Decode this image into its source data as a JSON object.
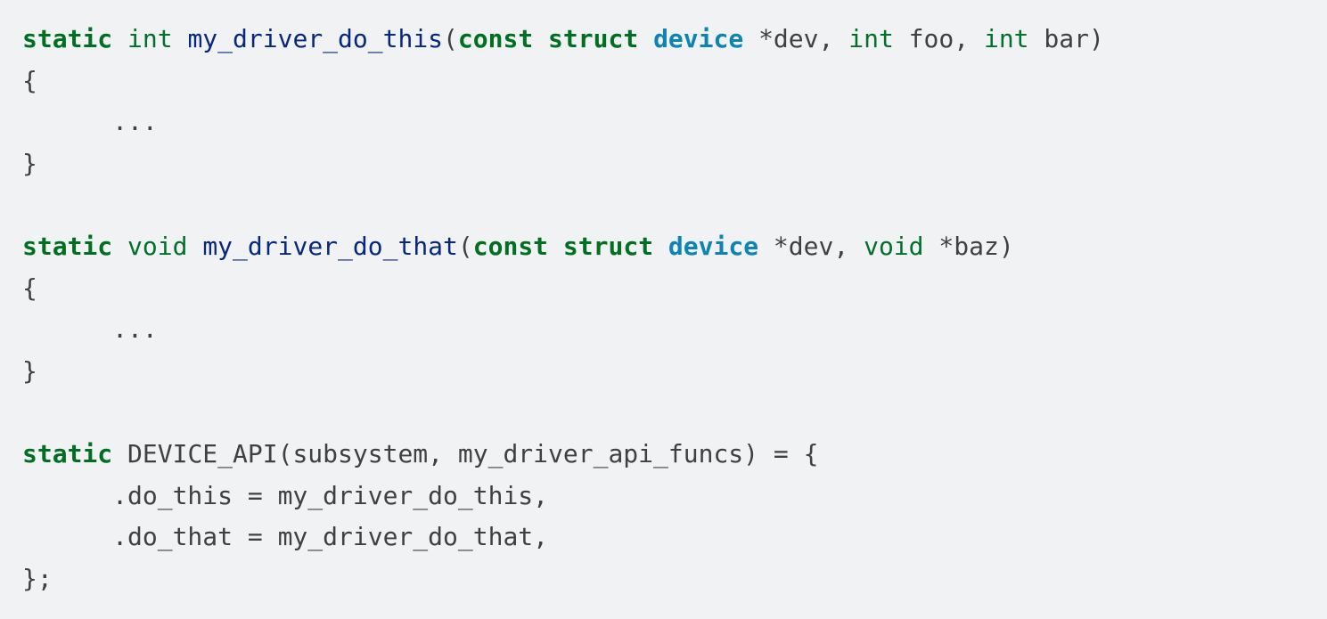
{
  "colors": {
    "keyword": "#007020",
    "type": "#00702a",
    "function": "#06287e",
    "class": "#0e84b5",
    "text": "#404040",
    "background": "#f1f2f4"
  },
  "code": {
    "lines": [
      [
        [
          "k",
          "static"
        ],
        [
          "p",
          " "
        ],
        [
          "kt",
          "int"
        ],
        [
          "p",
          " "
        ],
        [
          "nf",
          "my_driver_do_this"
        ],
        [
          "p",
          "("
        ],
        [
          "k",
          "const"
        ],
        [
          "p",
          " "
        ],
        [
          "k",
          "struct"
        ],
        [
          "p",
          " "
        ],
        [
          "nc",
          "device"
        ],
        [
          "p",
          " *dev, "
        ],
        [
          "kt",
          "int"
        ],
        [
          "p",
          " foo, "
        ],
        [
          "kt",
          "int"
        ],
        [
          "p",
          " bar)"
        ]
      ],
      [
        [
          "p",
          "{"
        ]
      ],
      [
        [
          "p",
          "      ..."
        ]
      ],
      [
        [
          "p",
          "}"
        ]
      ],
      [],
      [
        [
          "k",
          "static"
        ],
        [
          "p",
          " "
        ],
        [
          "kt",
          "void"
        ],
        [
          "p",
          " "
        ],
        [
          "nf",
          "my_driver_do_that"
        ],
        [
          "p",
          "("
        ],
        [
          "k",
          "const"
        ],
        [
          "p",
          " "
        ],
        [
          "k",
          "struct"
        ],
        [
          "p",
          " "
        ],
        [
          "nc",
          "device"
        ],
        [
          "p",
          " *dev, "
        ],
        [
          "kt",
          "void"
        ],
        [
          "p",
          " *baz)"
        ]
      ],
      [
        [
          "p",
          "{"
        ]
      ],
      [
        [
          "p",
          "      ..."
        ]
      ],
      [
        [
          "p",
          "}"
        ]
      ],
      [],
      [
        [
          "k",
          "static"
        ],
        [
          "p",
          " DEVICE_API(subsystem, my_driver_api_funcs) = {"
        ]
      ],
      [
        [
          "p",
          "      .do_this = my_driver_do_this,"
        ]
      ],
      [
        [
          "p",
          "      .do_that = my_driver_do_that,"
        ]
      ],
      [
        [
          "p",
          "};"
        ]
      ]
    ]
  }
}
